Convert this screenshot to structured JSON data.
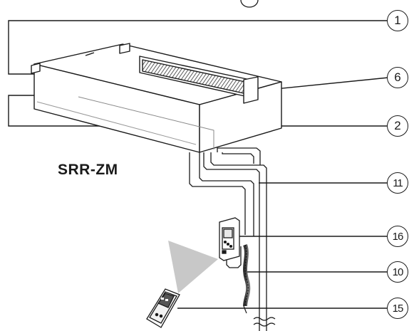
{
  "model_label": "SRR-ZM",
  "callouts": {
    "c1": "1",
    "c6": "6",
    "c2": "2",
    "c11": "11",
    "c16": "16",
    "c10": "10",
    "c15": "15"
  }
}
